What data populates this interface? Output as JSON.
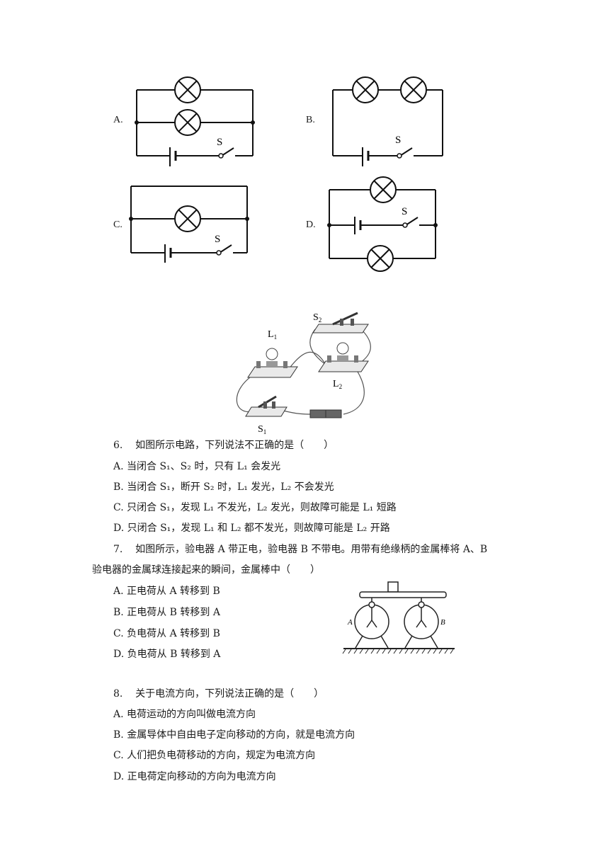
{
  "circuit_options": {
    "A": {
      "letter": "A.",
      "switch_label": "S"
    },
    "B": {
      "letter": "B.",
      "switch_label": "S"
    },
    "C": {
      "letter": "C.",
      "switch_label": "S"
    },
    "D": {
      "letter": "D.",
      "switch_label": "S"
    }
  },
  "photo_labels": {
    "L1": "L",
    "L1_sub": "1",
    "L2": "L",
    "L2_sub": "2",
    "S1": "S",
    "S1_sub": "1",
    "S2": "S",
    "S2_sub": "2"
  },
  "q6": {
    "number": "6.",
    "stem": "如图所示电路，下列说法不正确的是（　　）",
    "options": [
      "A. 当闭合 S₁、S₂ 时，只有 L₁ 会发光",
      "B. 当闭合 S₁，断开 S₂ 时，L₁ 发光，L₂ 不会发光",
      "C. 只闭合 S₁，发现 L₁ 不发光，L₂ 发光，则故障可能是 L₁ 短路",
      "D. 只闭合 S₁，发现 L₁ 和 L₂ 都不发光，则故障可能是 L₂ 开路"
    ]
  },
  "q7": {
    "number": "7.",
    "stem_line1": "如图所示，验电器 A 带正电，验电器 B 不带电。用带有绝缘柄的金属棒将 A、B",
    "stem_line2": "验电器的金属球连接起来的瞬间，金属棒中（　　）",
    "options": [
      "A. 正电荷从 A 转移到 B",
      "B. 正电荷从 B 转移到 A",
      "C. 负电荷从 A 转移到 B",
      "D. 负电荷从 B 转移到 A"
    ],
    "electroscope_labels": {
      "left": "A",
      "right": "B"
    }
  },
  "q8": {
    "number": "8.",
    "stem": "关于电流方向，下列说法正确的是（　　）",
    "options": [
      "A. 电荷运动的方向叫做电流方向",
      "B. 金属导体中自由电子定向移动的方向，就是电流方向",
      "C. 人们把负电荷移动的方向，规定为电流方向",
      "D. 正电荷定向移动的方向为电流方向"
    ]
  }
}
